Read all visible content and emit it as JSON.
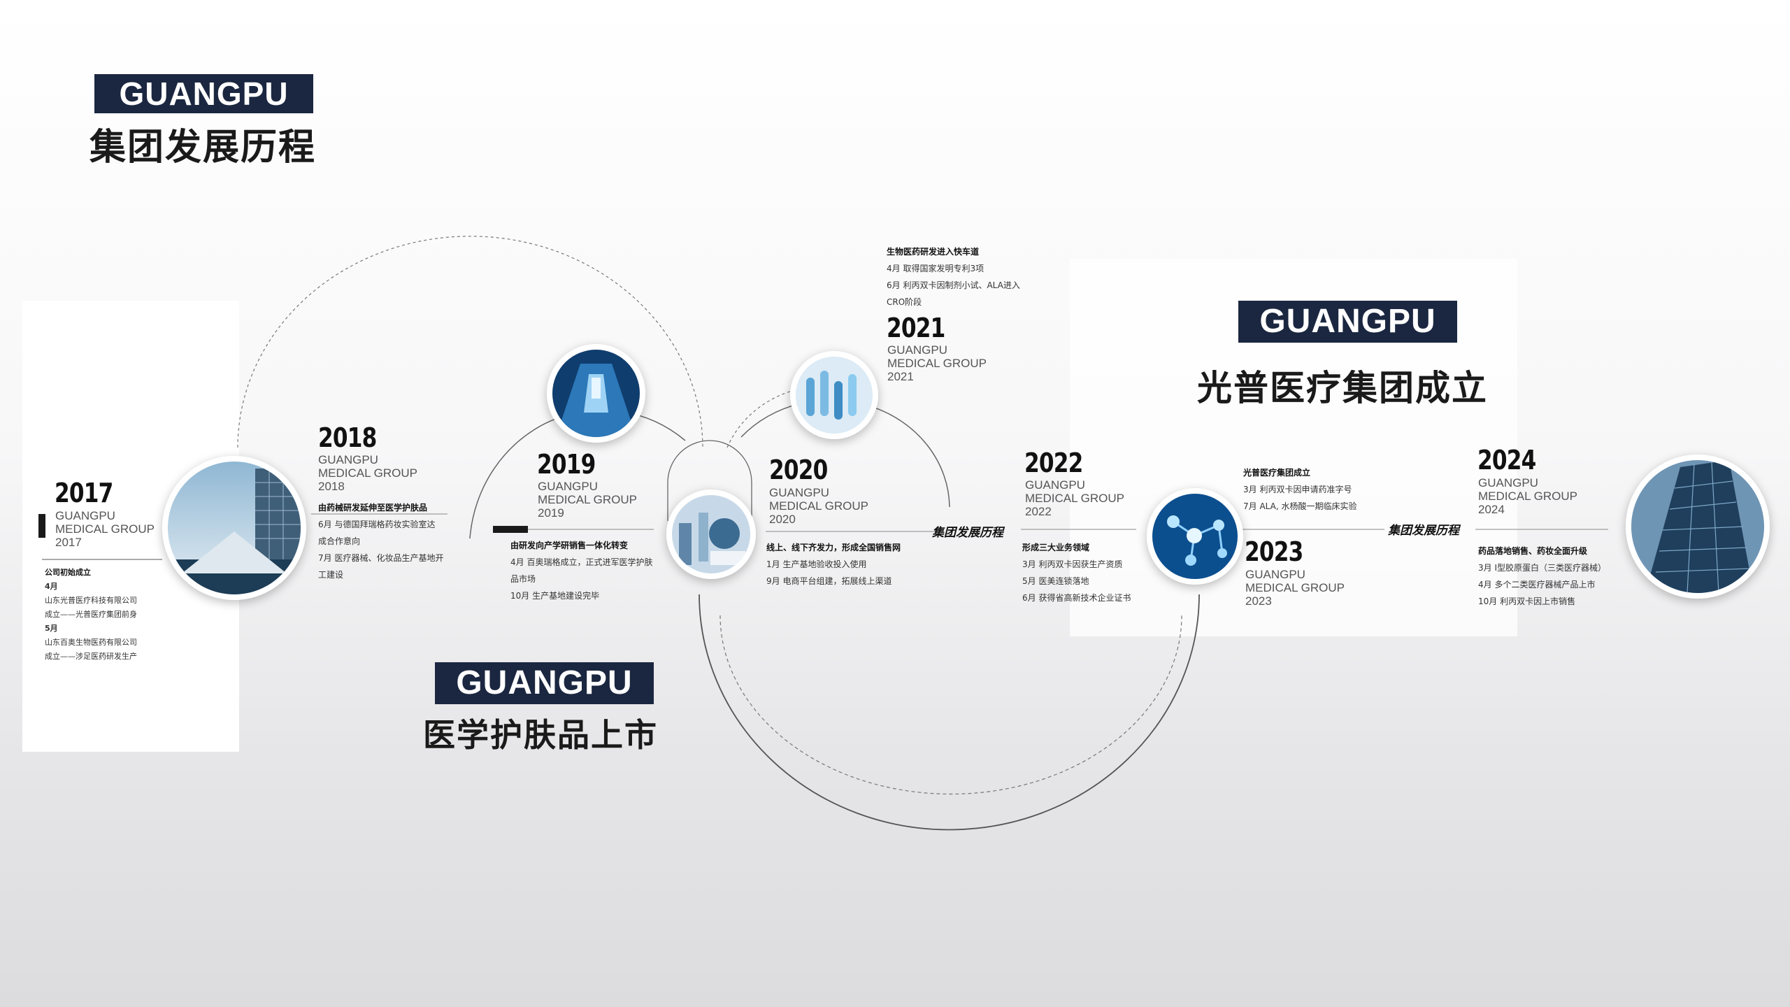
{
  "header": {
    "brand": "GUANGPU",
    "title": "集团发展历程"
  },
  "callouts": {
    "founded": {
      "brand": "GUANGPU",
      "title": "光普医疗集团成立"
    },
    "skincare": {
      "brand": "GUANGPU",
      "title": "医学护肤品上市"
    }
  },
  "tags": {
    "a": "集团发展历程",
    "b": "集团发展历程"
  },
  "milestones": [
    {
      "year": "2017",
      "sub": [
        "GUANGPU",
        "MEDICAL GROUP",
        "2017"
      ],
      "heading": "公司初始成立",
      "lines": [
        "4月",
        "山东光普医疗科技有限公司",
        "成立——光普医疗集团前身",
        "5月",
        "山东百奥生物医药有限公司",
        "成立——涉足医药研发生产"
      ]
    },
    {
      "year": "2018",
      "sub": [
        "GUANGPU",
        "MEDICAL GROUP",
        "2018"
      ],
      "heading": "由药械研发延伸至医学护肤品",
      "lines": [
        "6月 与德国拜瑞格药妆实验室达",
        "成合作意向",
        "7月 医疗器械、化妆品生产基地开",
        "工建设"
      ]
    },
    {
      "year": "2019",
      "sub": [
        "GUANGPU",
        "MEDICAL GROUP",
        "2019"
      ],
      "heading": "由研发向产学研销售一体化转变",
      "lines": [
        "4月 百奥瑞格成立，正式进军医学护肤",
        "品市场",
        "10月 生产基地建设完毕"
      ]
    },
    {
      "year": "2020",
      "sub": [
        "GUANGPU",
        "MEDICAL GROUP",
        "2020"
      ],
      "heading": "线上、线下齐发力，形成全国销售网",
      "lines": [
        "1月 生产基地验收投入使用",
        "9月  电商平台组建，拓展线上渠道"
      ]
    },
    {
      "year": "2021",
      "sub": [
        "GUANGPU",
        "MEDICAL GROUP",
        "2021"
      ],
      "heading": "生物医药研发进入快车道",
      "lines": [
        "4月 取得国家发明专利3项",
        "6月 利丙双卡因制剂小试、ALA进入",
        "CRO阶段"
      ]
    },
    {
      "year": "2022",
      "sub": [
        "GUANGPU",
        "MEDICAL GROUP",
        "2022"
      ],
      "heading": "形成三大业务领域",
      "lines": [
        "3月 利丙双卡因获生产资质",
        "5月 医美连锁落地",
        "6月 获得省高新技术企业证书"
      ]
    },
    {
      "year": "2023",
      "sub": [
        "GUANGPU",
        "MEDICAL GROUP",
        "2023"
      ],
      "heading": "光普医疗集团成立",
      "lines": [
        "3月 利丙双卡因申请药准字号",
        "7月 ALA, 水杨酸一期临床实验"
      ]
    },
    {
      "year": "2024",
      "sub": [
        "GUANGPU",
        "MEDICAL GROUP",
        "2024"
      ],
      "heading": "药品落地销售、药妆全面升级",
      "lines": [
        "3月  I型胶原蛋白（三类医疗器械）",
        "4月 多个二类医疗器械产品上市",
        "10月 利丙双卡因上市销售"
      ]
    }
  ],
  "images": {
    "p2017": "building-sky-photo",
    "p2019": "laboratory-corridor-photo",
    "p2020": "lab-glassware-photo",
    "p2021": "test-tubes-photo",
    "p2022": "molecule-structure-photo",
    "p2024": "glass-skyscraper-photo"
  },
  "colors": {
    "banner": "#1b2740",
    "accent": "#111111",
    "photo_blue": "#1f6fb0"
  }
}
